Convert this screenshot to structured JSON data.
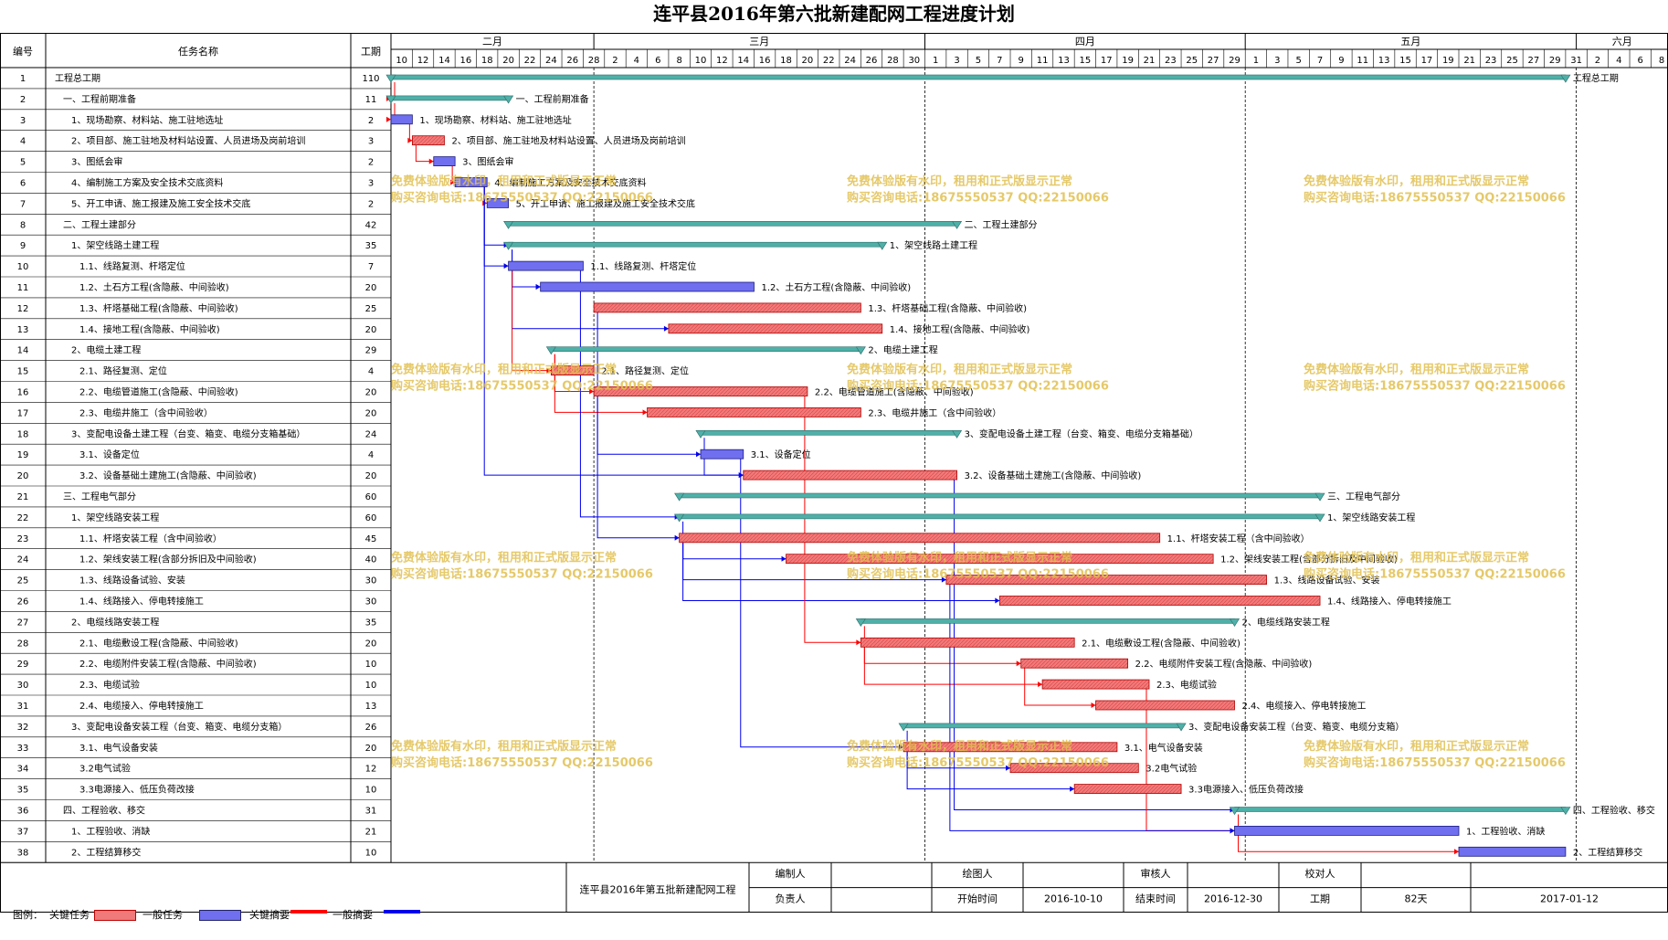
{
  "title": "连平县2016年第六批新建配网工程进度计划",
  "chart_data": {
    "type": "gantt",
    "columns": {
      "id": "编号",
      "name": "任务名称",
      "duration": "工期"
    },
    "months": [
      {
        "label": "二月",
        "start": 0,
        "end": 19
      },
      {
        "label": "三月",
        "start": 19,
        "end": 50
      },
      {
        "label": "四月",
        "start": 50,
        "end": 80
      },
      {
        "label": "五月",
        "start": 80,
        "end": 111
      },
      {
        "label": "六月",
        "start": 111,
        "end": 120
      }
    ],
    "day_ticks": [
      {
        "label": "10",
        "d": 0
      },
      {
        "label": "12",
        "d": 2
      },
      {
        "label": "14",
        "d": 4
      },
      {
        "label": "16",
        "d": 6
      },
      {
        "label": "18",
        "d": 8
      },
      {
        "label": "20",
        "d": 10
      },
      {
        "label": "22",
        "d": 12
      },
      {
        "label": "24",
        "d": 14
      },
      {
        "label": "26",
        "d": 16
      },
      {
        "label": "28",
        "d": 18
      },
      {
        "label": "2",
        "d": 20
      },
      {
        "label": "4",
        "d": 22
      },
      {
        "label": "6",
        "d": 24
      },
      {
        "label": "8",
        "d": 26
      },
      {
        "label": "10",
        "d": 28
      },
      {
        "label": "12",
        "d": 30
      },
      {
        "label": "14",
        "d": 32
      },
      {
        "label": "16",
        "d": 34
      },
      {
        "label": "18",
        "d": 36
      },
      {
        "label": "20",
        "d": 38
      },
      {
        "label": "22",
        "d": 40
      },
      {
        "label": "24",
        "d": 42
      },
      {
        "label": "26",
        "d": 44
      },
      {
        "label": "28",
        "d": 46
      },
      {
        "label": "30",
        "d": 48
      },
      {
        "label": "1",
        "d": 50
      },
      {
        "label": "3",
        "d": 52
      },
      {
        "label": "5",
        "d": 54
      },
      {
        "label": "7",
        "d": 56
      },
      {
        "label": "9",
        "d": 58
      },
      {
        "label": "11",
        "d": 60
      },
      {
        "label": "13",
        "d": 62
      },
      {
        "label": "15",
        "d": 64
      },
      {
        "label": "17",
        "d": 66
      },
      {
        "label": "19",
        "d": 68
      },
      {
        "label": "21",
        "d": 70
      },
      {
        "label": "23",
        "d": 72
      },
      {
        "label": "25",
        "d": 74
      },
      {
        "label": "27",
        "d": 76
      },
      {
        "label": "29",
        "d": 78
      },
      {
        "label": "1",
        "d": 80
      },
      {
        "label": "3",
        "d": 82
      },
      {
        "label": "5",
        "d": 84
      },
      {
        "label": "7",
        "d": 86
      },
      {
        "label": "9",
        "d": 88
      },
      {
        "label": "11",
        "d": 90
      },
      {
        "label": "13",
        "d": 92
      },
      {
        "label": "15",
        "d": 94
      },
      {
        "label": "17",
        "d": 96
      },
      {
        "label": "19",
        "d": 98
      },
      {
        "label": "21",
        "d": 100
      },
      {
        "label": "23",
        "d": 102
      },
      {
        "label": "25",
        "d": 104
      },
      {
        "label": "27",
        "d": 106
      },
      {
        "label": "29",
        "d": 108
      },
      {
        "label": "31",
        "d": 110
      },
      {
        "label": "2",
        "d": 112
      },
      {
        "label": "4",
        "d": 114
      },
      {
        "label": "6",
        "d": 116
      },
      {
        "label": "8",
        "d": 118
      }
    ],
    "tasks": [
      {
        "id": "1",
        "name": "工程总工期",
        "duration": "110",
        "start": 0,
        "len": 110,
        "kind": "summary",
        "indent": 0
      },
      {
        "id": "2",
        "name": "一、工程前期准备",
        "duration": "11",
        "start": 0,
        "len": 11,
        "kind": "summary",
        "indent": 1
      },
      {
        "id": "3",
        "name": "1、现场勘察、材料站、施工驻地选址",
        "duration": "2",
        "start": 0,
        "len": 2,
        "kind": "critical",
        "indent": 2
      },
      {
        "id": "4",
        "name": "2、项目部、施工驻地及材料站设置、人员进场及岗前培训",
        "duration": "3",
        "start": 2,
        "len": 3,
        "kind": "normal",
        "indent": 2
      },
      {
        "id": "5",
        "name": "3、图纸会审",
        "duration": "2",
        "start": 4,
        "len": 2,
        "kind": "critical",
        "indent": 2
      },
      {
        "id": "6",
        "name": "4、编制施工方案及安全技术交底资料",
        "duration": "3",
        "start": 6,
        "len": 3,
        "kind": "critical",
        "indent": 2
      },
      {
        "id": "7",
        "name": "5、开工申请、施工报建及施工安全技术交底",
        "duration": "2",
        "start": 9,
        "len": 2,
        "kind": "critical",
        "indent": 2
      },
      {
        "id": "8",
        "name": "二、工程土建部分",
        "duration": "42",
        "start": 11,
        "len": 42,
        "kind": "summary",
        "indent": 1
      },
      {
        "id": "9",
        "name": "1、架空线路土建工程",
        "duration": "35",
        "start": 11,
        "len": 35,
        "kind": "summary",
        "indent": 2
      },
      {
        "id": "10",
        "name": "1.1、线路复测、杆塔定位",
        "duration": "7",
        "start": 11,
        "len": 7,
        "kind": "critical",
        "indent": 3
      },
      {
        "id": "11",
        "name": "1.2、土石方工程(含隐蔽、中间验收)",
        "duration": "20",
        "start": 14,
        "len": 20,
        "kind": "critical",
        "indent": 3
      },
      {
        "id": "12",
        "name": "1.3、杆塔基础工程(含隐蔽、中间验收)",
        "duration": "25",
        "start": 19,
        "len": 25,
        "kind": "normal",
        "indent": 3
      },
      {
        "id": "13",
        "name": "1.4、接地工程(含隐蔽、中间验收)",
        "duration": "20",
        "start": 26,
        "len": 20,
        "kind": "normal",
        "indent": 3
      },
      {
        "id": "14",
        "name": "2、电缆土建工程",
        "duration": "29",
        "start": 15,
        "len": 29,
        "kind": "summary",
        "indent": 2
      },
      {
        "id": "15",
        "name": "2.1、路径复测、定位",
        "duration": "4",
        "start": 15,
        "len": 4,
        "kind": "normal",
        "indent": 3
      },
      {
        "id": "16",
        "name": "2.2、电缆管道施工(含隐蔽、中间验收)",
        "duration": "20",
        "start": 19,
        "len": 20,
        "kind": "normal",
        "indent": 3
      },
      {
        "id": "17",
        "name": "2.3、电缆井施工（含中间验收）",
        "duration": "20",
        "start": 24,
        "len": 20,
        "kind": "normal",
        "indent": 3
      },
      {
        "id": "18",
        "name": "3、变配电设备土建工程（台变、箱变、电缆分支箱基础）",
        "duration": "24",
        "start": 29,
        "len": 24,
        "kind": "summary",
        "indent": 2
      },
      {
        "id": "19",
        "name": "3.1、设备定位",
        "duration": "4",
        "start": 29,
        "len": 4,
        "kind": "critical",
        "indent": 3
      },
      {
        "id": "20",
        "name": "3.2、设备基础土建施工(含隐蔽、中间验收)",
        "duration": "20",
        "start": 33,
        "len": 20,
        "kind": "normal",
        "indent": 3
      },
      {
        "id": "21",
        "name": "三、工程电气部分",
        "duration": "60",
        "start": 27,
        "len": 60,
        "kind": "summary",
        "indent": 1
      },
      {
        "id": "22",
        "name": "1、架空线路安装工程",
        "duration": "60",
        "start": 27,
        "len": 60,
        "kind": "summary",
        "indent": 2
      },
      {
        "id": "23",
        "name": "1.1、杆塔安装工程（含中间验收）",
        "duration": "45",
        "start": 27,
        "len": 45,
        "kind": "normal",
        "indent": 3
      },
      {
        "id": "24",
        "name": "1.2、架线安装工程(含部分拆旧及中间验收)",
        "duration": "40",
        "start": 37,
        "len": 40,
        "kind": "normal",
        "indent": 3
      },
      {
        "id": "25",
        "name": "1.3、线路设备试验、安装",
        "duration": "30",
        "start": 52,
        "len": 30,
        "kind": "normal",
        "indent": 3
      },
      {
        "id": "26",
        "name": "1.4、线路接入、停电转接施工",
        "duration": "30",
        "start": 57,
        "len": 30,
        "kind": "normal",
        "indent": 3
      },
      {
        "id": "27",
        "name": "2、电缆线路安装工程",
        "duration": "35",
        "start": 44,
        "len": 35,
        "kind": "summary",
        "indent": 2
      },
      {
        "id": "28",
        "name": "2.1、电缆敷设工程(含隐蔽、中间验收)",
        "duration": "20",
        "start": 44,
        "len": 20,
        "kind": "normal",
        "indent": 3
      },
      {
        "id": "29",
        "name": "2.2、电缆附件安装工程(含隐蔽、中间验收)",
        "duration": "10",
        "start": 59,
        "len": 10,
        "kind": "normal",
        "indent": 3
      },
      {
        "id": "30",
        "name": "2.3、电缆试验",
        "duration": "10",
        "start": 61,
        "len": 10,
        "kind": "normal",
        "indent": 3
      },
      {
        "id": "31",
        "name": "2.4、电缆接入、停电转接施工",
        "duration": "13",
        "start": 66,
        "len": 13,
        "kind": "normal",
        "indent": 3
      },
      {
        "id": "32",
        "name": "3、变配电设备安装工程（台变、箱变、电缆分支箱）",
        "duration": "26",
        "start": 48,
        "len": 26,
        "kind": "summary",
        "indent": 2
      },
      {
        "id": "33",
        "name": "3.1、电气设备安装",
        "duration": "20",
        "start": 48,
        "len": 20,
        "kind": "normal",
        "indent": 3
      },
      {
        "id": "34",
        "name": "3.2电气试验",
        "duration": "12",
        "start": 58,
        "len": 12,
        "kind": "normal",
        "indent": 3
      },
      {
        "id": "35",
        "name": "3.3电源接入、低压负荷改接",
        "duration": "10",
        "start": 64,
        "len": 10,
        "kind": "normal",
        "indent": 3
      },
      {
        "id": "36",
        "name": "四、工程验收、移交",
        "duration": "31",
        "start": 79,
        "len": 31,
        "kind": "summary",
        "indent": 1
      },
      {
        "id": "37",
        "name": "1、工程验收、消缺",
        "duration": "21",
        "start": 79,
        "len": 21,
        "kind": "critical",
        "indent": 2
      },
      {
        "id": "38",
        "name": "2、工程结算移交",
        "duration": "10",
        "start": 100,
        "len": 10,
        "kind": "critical",
        "indent": 2
      }
    ],
    "links": [
      [
        1,
        2,
        "r"
      ],
      [
        2,
        3,
        "r"
      ],
      [
        3,
        4,
        "r"
      ],
      [
        4,
        5,
        "r"
      ],
      [
        5,
        6,
        "r"
      ],
      [
        6,
        7,
        "r"
      ],
      [
        6,
        9,
        "b"
      ],
      [
        6,
        10,
        "b"
      ],
      [
        9,
        11,
        "b"
      ],
      [
        9,
        13,
        "b"
      ],
      [
        10,
        11,
        "b"
      ],
      [
        10,
        15,
        "r"
      ],
      [
        14,
        16,
        "r"
      ],
      [
        14,
        17,
        "r"
      ],
      [
        16,
        19,
        "b"
      ],
      [
        18,
        20,
        "b"
      ],
      [
        6,
        20,
        "b"
      ],
      [
        10,
        22,
        "b"
      ],
      [
        12,
        23,
        "b"
      ],
      [
        22,
        24,
        "b"
      ],
      [
        23,
        25,
        "b"
      ],
      [
        23,
        26,
        "b"
      ],
      [
        16,
        28,
        "r"
      ],
      [
        27,
        29,
        "r"
      ],
      [
        28,
        30,
        "r"
      ],
      [
        29,
        31,
        "r"
      ],
      [
        19,
        33,
        "b"
      ],
      [
        32,
        34,
        "b"
      ],
      [
        33,
        35,
        "b"
      ],
      [
        20,
        36,
        "b"
      ],
      [
        30,
        37,
        "r"
      ],
      [
        25,
        37,
        "b"
      ],
      [
        36,
        38,
        "r"
      ]
    ],
    "watermark": [
      "免费体验版有水印，租用和正式版显示正常",
      "购买咨询电话:18675550537 QQ:22150066"
    ]
  },
  "footer": {
    "project": "连平县2016年第五批新建配网工程",
    "compiler_label": "编制人",
    "compiler": "",
    "drafter_label": "绘图人",
    "drafter": "",
    "reviewer_label": "审核人",
    "reviewer": "",
    "checker_label": "校对人",
    "checker": "",
    "owner_label": "负责人",
    "owner": "",
    "start_label": "开始时间",
    "start": "2016-10-10",
    "end_label": "结束时间",
    "end": "2016-12-30",
    "duration_label": "工期",
    "duration": "82天",
    "date": "2017-01-12"
  },
  "legend": {
    "title": "图例：",
    "critical_task": "关键任务",
    "normal_task": "一般任务",
    "critical_summary": "关键摘要",
    "normal_summary": "一般摘要",
    "colors": {
      "critical": "#6f6ff0",
      "normal": "#f07a7a",
      "summary": "#4fb0a8",
      "redline": "#ff0000",
      "blueline": "#0000ee"
    }
  }
}
